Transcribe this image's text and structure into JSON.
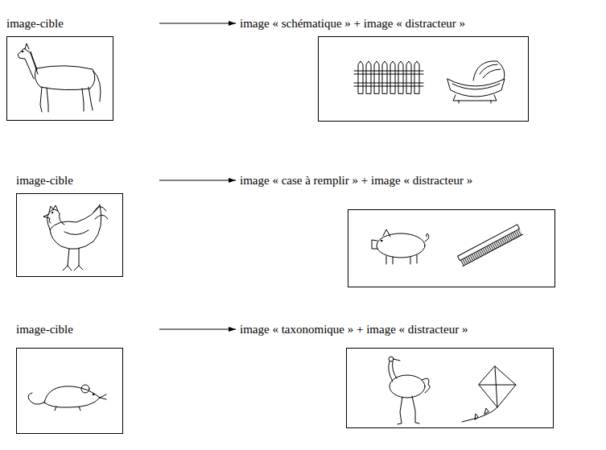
{
  "diagram": {
    "nodes": [
      {
        "text": [
          "image-cible"
        ]
      },
      {
        "text": [
          "image « schématique » + image « distracteur »"
        ]
      },
      {
        "text": [
          "image-cible"
        ]
      },
      {
        "text": [
          "image « case à remplir » + image « distracteur »"
        ]
      },
      {
        "text": [
          "image-cible"
        ]
      },
      {
        "text": [
          "image « taxonomique » + image « distracteur »"
        ]
      }
    ],
    "edges": [
      {
        "from": 0,
        "to": 1,
        "arrow": "to"
      },
      {
        "from": 2,
        "to": 3,
        "arrow": "to"
      },
      {
        "from": 4,
        "to": 5,
        "arrow": "to"
      }
    ]
  }
}
